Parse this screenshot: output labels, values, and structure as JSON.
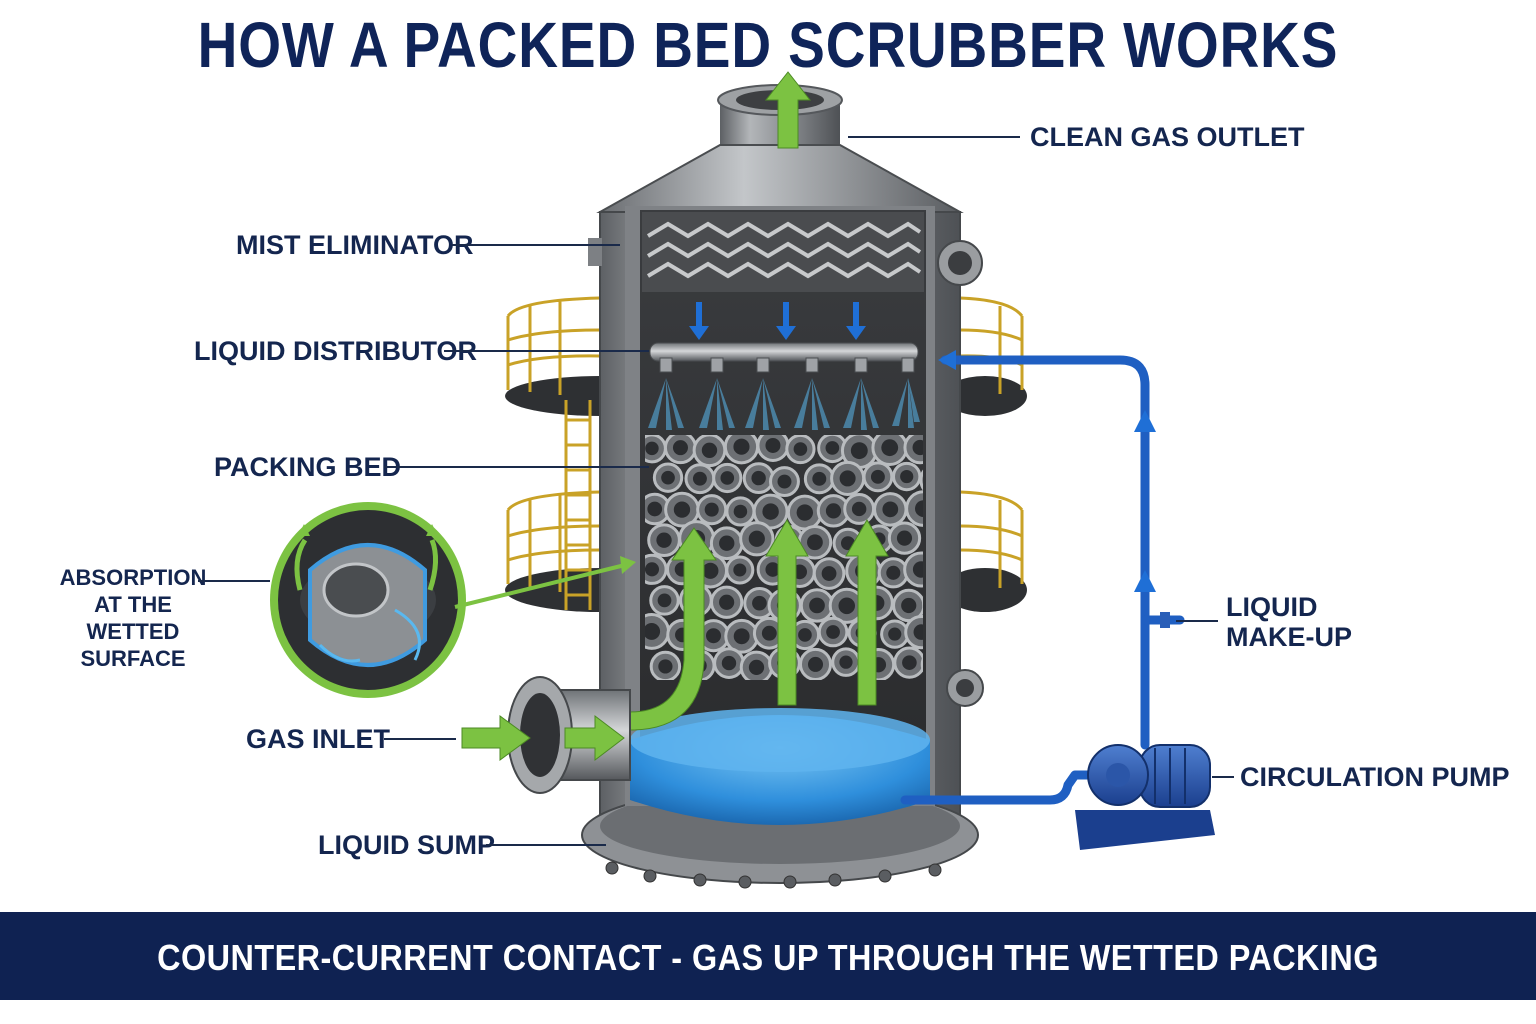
{
  "title": "HOW A PACKED BED SCRUBBER WORKS",
  "footer": "COUNTER-CURRENT CONTACT - GAS UP THROUGH THE WETTED PACKING",
  "labels": {
    "clean_gas_outlet": "CLEAN GAS OUTLET",
    "mist_eliminator": "MIST ELIMINATOR",
    "liquid_distributor": "LIQUID DISTRIBUTOR",
    "packing_bed": "PACKING BED",
    "absorption_line1": "ABSORPTION",
    "absorption_line2": "AT THE",
    "absorption_line3": "WETTED",
    "absorption_line4": "SURFACE",
    "gas_inlet": "GAS INLET",
    "liquid_sump": "LIQUID SUMP",
    "liquid_makeup_line1": "LIQUID",
    "liquid_makeup_line2": "MAKE-UP",
    "circulation_pump": "CIRCULATION PUMP"
  },
  "colors": {
    "title": "#0f2459",
    "footer_bg": "#0f2252",
    "gas_flow": "#7cc242",
    "liquid_flow": "#1f6fd6",
    "steel": "#8a8d90",
    "water": "#3a9ae0",
    "ladder": "#c9a227"
  }
}
